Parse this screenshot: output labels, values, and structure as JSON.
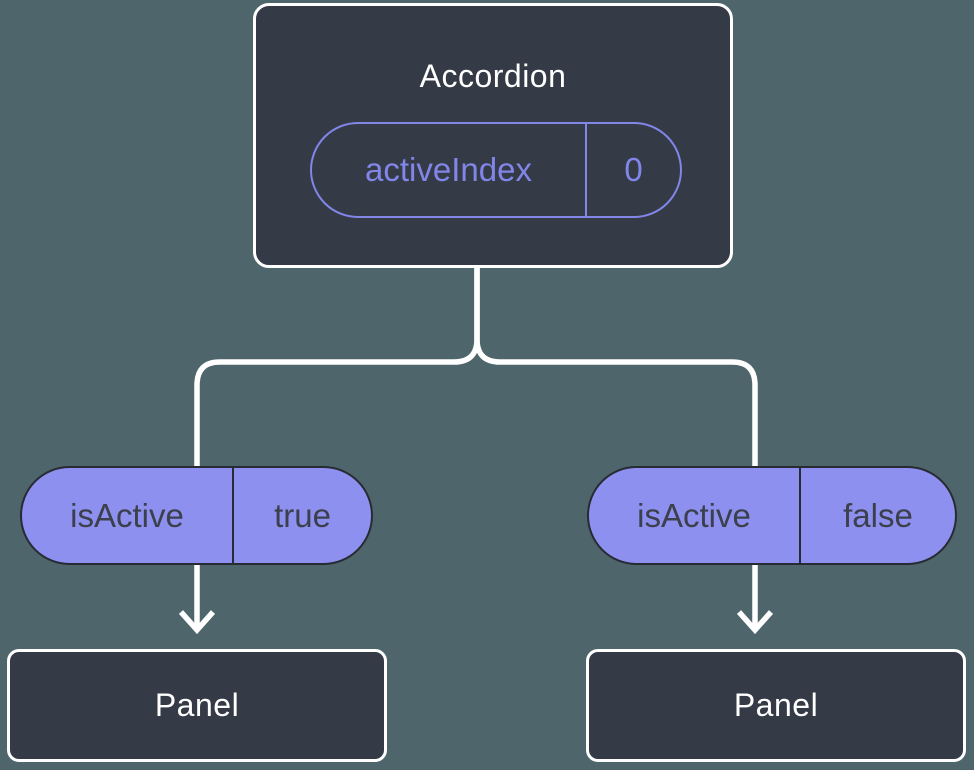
{
  "diagram": {
    "type": "component-tree",
    "root": {
      "title": "Accordion",
      "prop": {
        "name": "activeIndex",
        "value": "0"
      }
    },
    "children": [
      {
        "prop": {
          "name": "isActive",
          "value": "true"
        },
        "node": {
          "title": "Panel"
        }
      },
      {
        "prop": {
          "name": "isActive",
          "value": "false"
        },
        "node": {
          "title": "Panel"
        }
      }
    ],
    "colors": {
      "background": "#4e656b",
      "node_fill": "#343a46",
      "node_border": "#ffffff",
      "accent_purple_outline": "#8186e8",
      "pill_fill": "#8d90ee",
      "pill_border": "#272b33",
      "pill_text": "#3b404c",
      "connector": "#ffffff"
    }
  }
}
